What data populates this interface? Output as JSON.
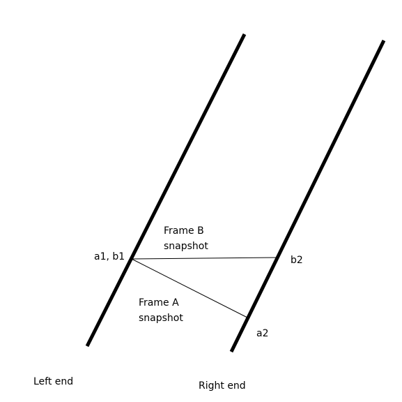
{
  "diagram": {
    "labels": {
      "frame_b_line1": "Frame B",
      "frame_b_line2": "snapshot",
      "frame_a_line1": "Frame A",
      "frame_a_line2": "snapshot",
      "point_a1_b1": "a1, b1",
      "point_b2": "b2",
      "point_a2": "a2",
      "left_end": "Left end",
      "right_end": "Right end"
    },
    "colors": {
      "background": "#ffffff",
      "line": "#000000",
      "text": "#000000"
    }
  }
}
